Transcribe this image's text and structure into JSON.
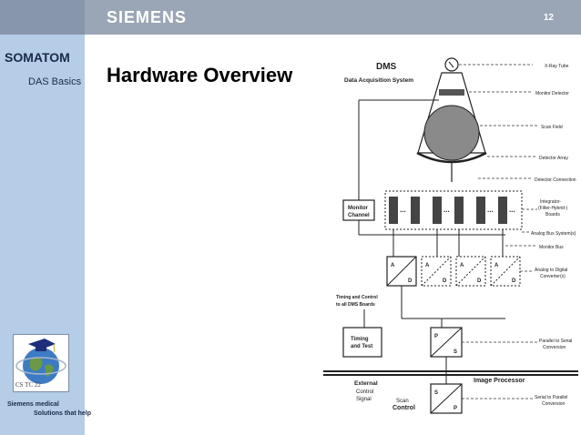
{
  "header": {
    "brand": "SIEMENS",
    "slide_number": "12"
  },
  "sidebar": {
    "product": "SOMATOM",
    "section": "DAS Basics",
    "logo_code": "CS TC 22",
    "tagline_line1": "Siemens medical",
    "tagline_line2": "Solutions that help"
  },
  "main": {
    "title": "Hardware Overview"
  },
  "diagram": {
    "dms": "DMS",
    "das": "Data Acquisition System",
    "monitor_channel_1": "Monitor",
    "monitor_channel_2": "Channel",
    "timing_control_1": "Timing and Control",
    "timing_control_2": "to all DMS Boards",
    "timing_test_1": "Timing",
    "timing_test_2": "and Test",
    "external_1": "External",
    "external_2": "Control",
    "external_3": "Signal",
    "scan_control_1": "Scan",
    "scan_control_2": "Control",
    "image_processor": "Image Processor",
    "ellipsis": "...",
    "letter_a": "A",
    "letter_d": "D",
    "letter_p": "P",
    "letter_s": "S",
    "labels": {
      "xray_tube": "X-Ray Tube",
      "monitor_detector": "Monitor Detector",
      "scan_field": "Scan Field",
      "detector_array": "Detector Array",
      "detector_connection": "Detector Connection",
      "integrator_1": "Integrator-",
      "integrator_2": "(Filter-Hybrid-)",
      "integrator_3": "Boards",
      "analog_bus_systems": "Analog Bus System(s)",
      "monitor_bus": "Monitor Bus",
      "adc_1": "Analog to Digital",
      "adc_2": "Converter(s)",
      "p2s_1": "Parallel to Serial",
      "p2s_2": "Conversion",
      "s2p_1": "Serial to Parallel",
      "s2p_2": "Conversion"
    }
  }
}
